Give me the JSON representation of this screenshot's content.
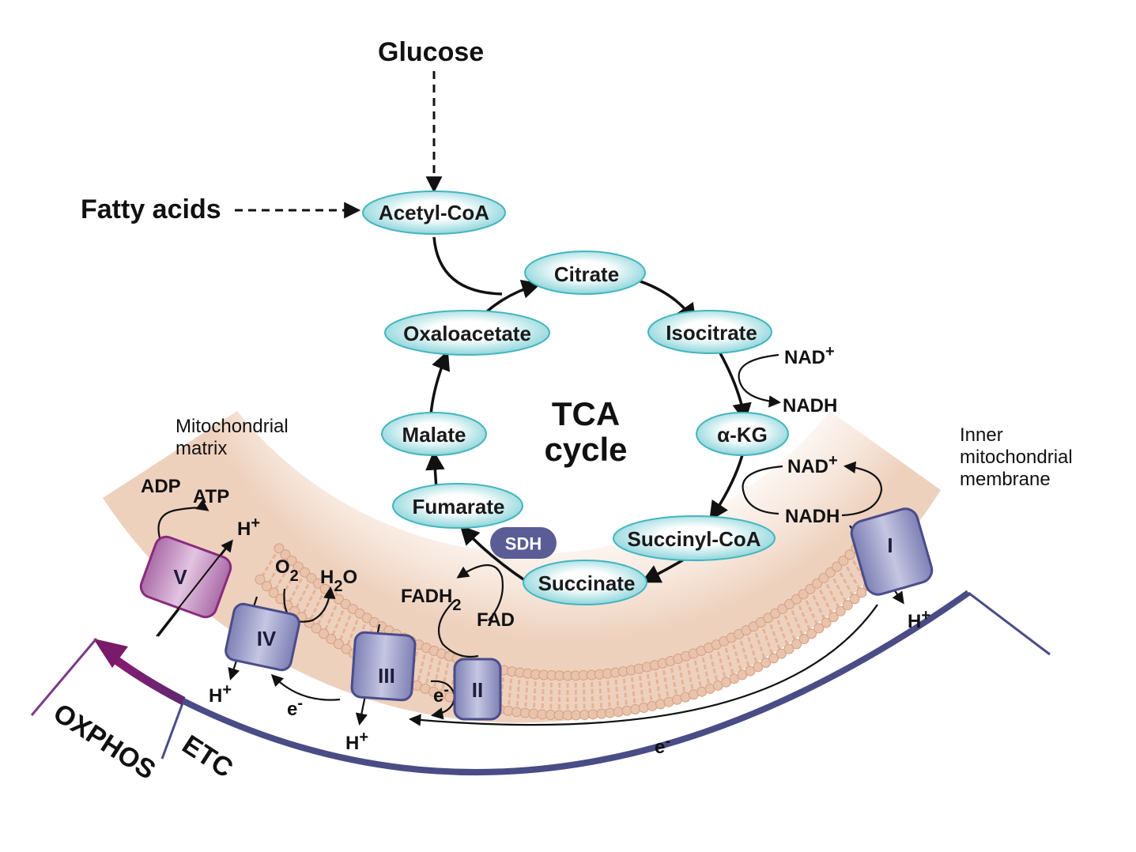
{
  "inputs": {
    "glucose": "Glucose",
    "fatty_acids": "Fatty acids"
  },
  "cycle": {
    "title_line1": "TCA",
    "title_line2": "cycle",
    "acetyl_coa": "Acetyl-CoA",
    "citrate": "Citrate",
    "isocitrate": "Isocitrate",
    "akg": "α-KG",
    "succinyl_coa": "Succinyl-CoA",
    "succinate": "Succinate",
    "fumarate": "Fumarate",
    "malate": "Malate",
    "oxaloacetate": "Oxaloacetate",
    "sdh": "SDH"
  },
  "cofactors": {
    "nad1": "NAD",
    "nadh1": "NADH",
    "nad2": "NAD",
    "nadh2": "NADH",
    "plus": "+",
    "fadh": "FADH",
    "fadh_sub": "2",
    "fad": "FAD",
    "adp": "ADP",
    "atp": "ATP",
    "o2": "O",
    "o2_sub": "2",
    "h2o_h": "H",
    "h2o_sub": "2",
    "h2o_o": "O",
    "h": "H",
    "e": "e",
    "minus": "-"
  },
  "complexes": {
    "I": "I",
    "II": "II",
    "III": "III",
    "IV": "IV",
    "V": "V"
  },
  "labels": {
    "matrix_line1": "Mitochondrial",
    "matrix_line2": "matrix",
    "membrane_line1": "Inner",
    "membrane_line2": "mitochondrial",
    "membrane_line3": "membrane",
    "oxphos": "OXPHOS",
    "etc": "ETC"
  },
  "colors": {
    "node_fill": "#8fd8dc",
    "node_stroke": "#3fb4bd",
    "complex_fill": "#9a9cc8",
    "complex_stroke": "#4a4c8a",
    "complex_v_fill": "#c48fc0",
    "complex_v_stroke": "#8a2a7e",
    "etc_arc": "#4a4c86",
    "oxphos_arc": "#7a1a6a",
    "membrane_head": "#e9c3ab",
    "sdh_fill": "#5a5c96"
  }
}
